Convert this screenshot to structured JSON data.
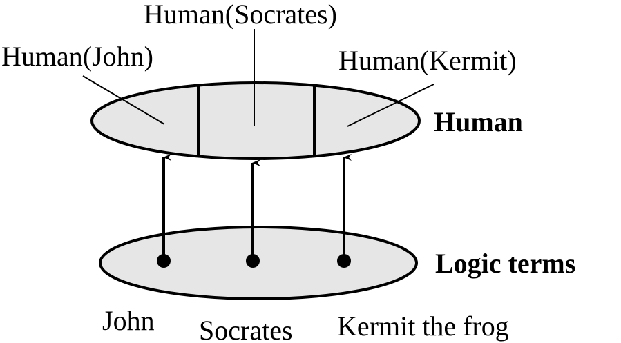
{
  "colors": {
    "fill": "#e6e6e6",
    "stroke": "#000000"
  },
  "top_set": {
    "name": "Human",
    "cells": [
      "Human(John)",
      "Human(Socrates)",
      "Human(Kermit)"
    ]
  },
  "bottom_set": {
    "name": "Logic terms",
    "terms": [
      "John",
      "Socrates",
      "Kermit the frog"
    ]
  }
}
